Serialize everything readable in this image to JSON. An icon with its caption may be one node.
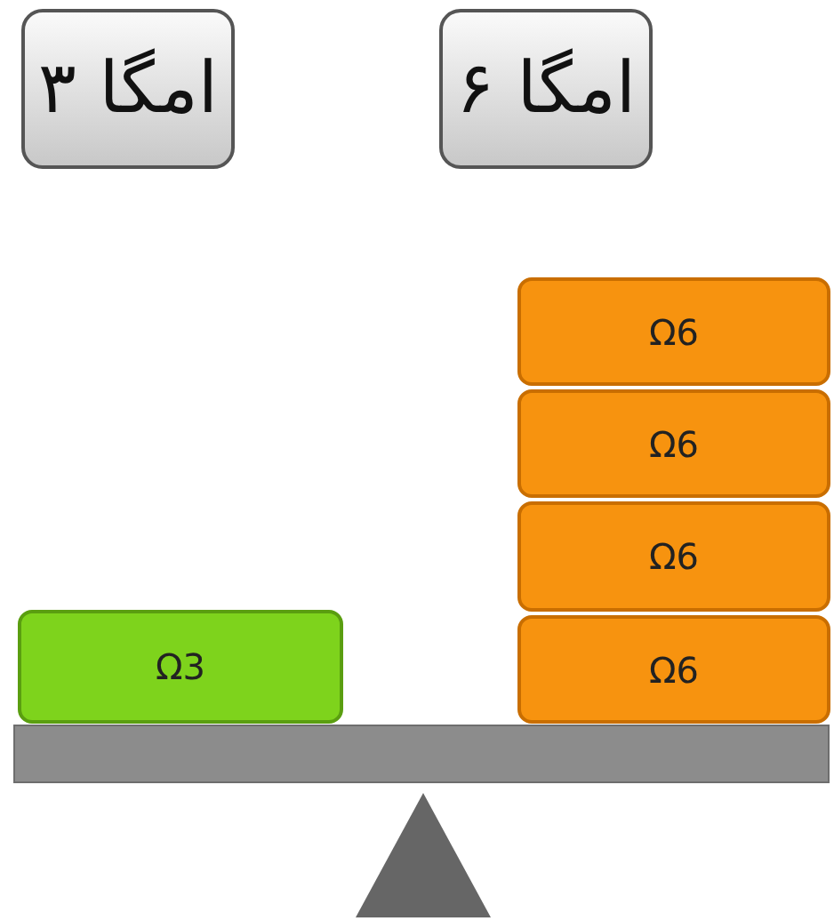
{
  "diagram": {
    "nodes": [
      {
        "text": [
          "امگا ۳"
        ]
      },
      {
        "text": [
          "امگا ۶"
        ]
      },
      {
        "text": [
          "Ω6"
        ]
      },
      {
        "text": [
          "Ω6"
        ]
      },
      {
        "text": [
          "Ω6"
        ]
      },
      {
        "text": [
          "Ω3"
        ]
      },
      {
        "text": [
          "Ω6"
        ]
      }
    ]
  }
}
